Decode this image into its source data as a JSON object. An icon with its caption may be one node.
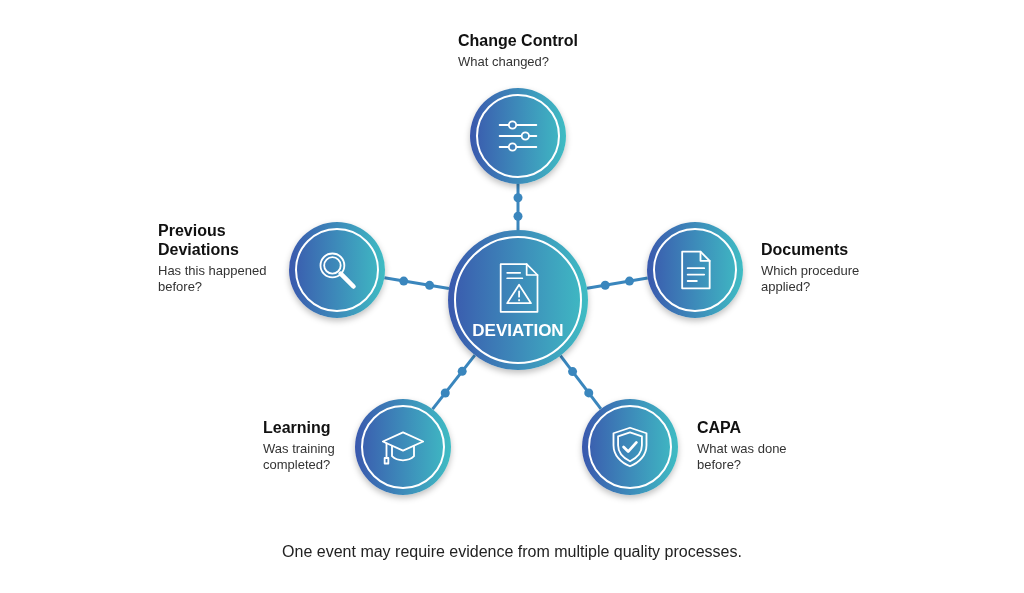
{
  "diagram": {
    "caption": "One event may require evidence from multiple quality processes.",
    "nodes": [
      {
        "text": [
          "DEVIATION"
        ]
      },
      {
        "text": [
          "Change Control",
          "What changed?"
        ]
      },
      {
        "text": [
          "Previous Deviations",
          "Has this happened before?"
        ]
      },
      {
        "text": [
          "Documents",
          "Which procedure applied?"
        ]
      },
      {
        "text": [
          "Learning",
          "Was training completed?"
        ]
      },
      {
        "text": [
          "CAPA",
          "What was done before?"
        ]
      }
    ],
    "edges": [
      {
        "from": 0,
        "to": 1,
        "arrow": "none"
      },
      {
        "from": 0,
        "to": 2,
        "arrow": "none"
      },
      {
        "from": 0,
        "to": 3,
        "arrow": "none"
      },
      {
        "from": 0,
        "to": 4,
        "arrow": "none"
      },
      {
        "from": 0,
        "to": 5,
        "arrow": "none"
      }
    ]
  }
}
